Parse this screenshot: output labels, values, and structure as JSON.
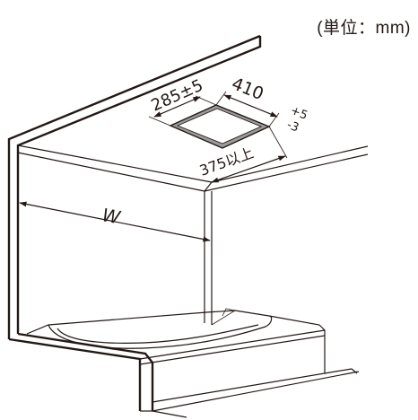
{
  "unit_label": "(単位：mm)",
  "dimensions": {
    "vent_depth": "285±5",
    "vent_width": "410",
    "vent_width_tol_plus": "+5",
    "vent_width_tol_minus": "-3",
    "wall_clearance": "375以上",
    "room_width": "W"
  },
  "colors": {
    "line": "#231815",
    "vent_fill": "#9b9b9b",
    "background": "#ffffff"
  }
}
